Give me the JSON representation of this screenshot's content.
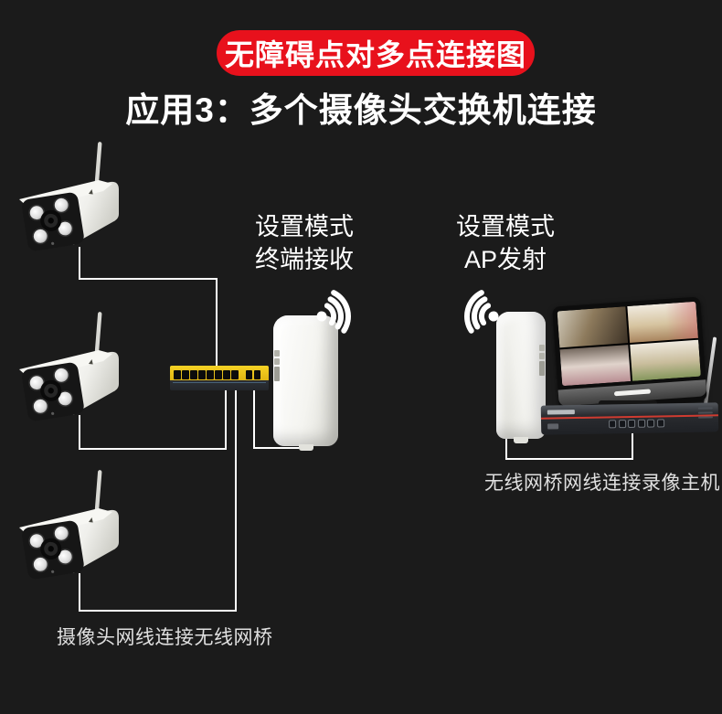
{
  "banner": {
    "label": "无障碍点对多点连接图"
  },
  "title": "应用3：多个摄像头交换机连接",
  "left_bridge": {
    "mode_line1": "设置模式",
    "mode_line2": "终端接收"
  },
  "right_bridge": {
    "mode_line1": "设置模式",
    "mode_line2": "AP发射"
  },
  "captions": {
    "cameras": "摄像头网线连接无线网桥",
    "recorder": "无线网桥网线连接录像主机"
  },
  "icons": {
    "wifi_left": "wifi-signal",
    "wifi_right": "wifi-signal",
    "camera": "cctv-bullet-camera",
    "switch": "poe-switch",
    "bridge": "wireless-bridge",
    "recorder": "nvr-with-monitor"
  },
  "devices": {
    "camera_count": 3,
    "switch_ports_left_group": 8,
    "switch_ports_right_group": 2
  },
  "colors": {
    "background": "#1b1b1b",
    "banner_red": "#e8111c",
    "switch_yellow": "#f2c71c",
    "cable": "#ffffff",
    "nvr_stripe_red": "#cf3b30",
    "text_white": "#ffffff",
    "caption_gray": "#e0e0e0"
  }
}
